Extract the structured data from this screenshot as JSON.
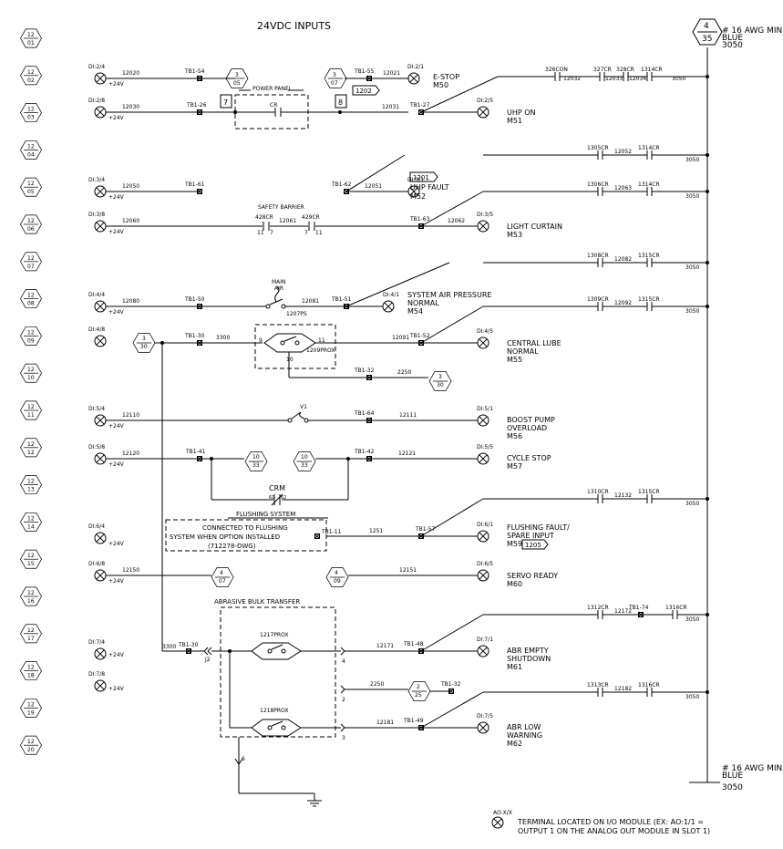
{
  "title": "24VDC INPUTS",
  "rungs": [
    "01",
    "02",
    "03",
    "04",
    "05",
    "06",
    "07",
    "08",
    "09",
    "10",
    "11",
    "12",
    "13",
    "14",
    "15",
    "16",
    "17",
    "18",
    "19",
    "20"
  ],
  "sheet": "12",
  "top_ref": {
    "num": "4",
    "ref": "35",
    "awg": "# 16 AWG MIN",
    "color": "BLUE",
    "wire": "3050"
  },
  "bottom_ref": {
    "awg": "# 16 AWG MIN",
    "color": "BLUE",
    "wire": "3050"
  },
  "plus24": "+24V",
  "rails": [
    {
      "c1": "326CON",
      "w1": "12032",
      "c2": "327CR",
      "w2": "12033",
      "c3": "328CR",
      "w3": "12034",
      "c4": "1314CR",
      "w4": "3050"
    },
    {
      "c1": "1305CR",
      "w1": "12052",
      "c2": "1314CR",
      "w2": "3050"
    },
    {
      "c1": "1306CR",
      "w1": "12063",
      "c2": "1314CR",
      "w2": "3050"
    },
    {
      "c1": "1308CR",
      "w1": "12082",
      "c2": "1315CR",
      "w2": "3050"
    },
    {
      "c1": "1309CR",
      "w1": "12092",
      "c2": "1315CR",
      "w2": "3050"
    },
    {
      "c1": "1310CR",
      "w1": "12132",
      "c2": "1315CR",
      "w2": "3050"
    },
    {
      "c1": "1312CR",
      "w1": "12172",
      "tb": "TB1-74",
      "c2": "1316CR",
      "w2": "3050"
    },
    {
      "c1": "1313CR",
      "w1": "12182",
      "c2": "1316CR",
      "w2": "3050"
    }
  ],
  "r2": {
    "di": "DI:2/4",
    "wire": "12020",
    "tb": "TB1-54",
    "ref_a": "3",
    "ref_b": "05",
    "ref2_a": "3",
    "ref2_b": "07",
    "tb2": "TB1-55",
    "wire2": "12021",
    "di2": "DI:2/1",
    "dev": "E-STOP",
    "m": "M50",
    "tag": "1202"
  },
  "r3": {
    "di": "DI:2/8",
    "wire": "12030",
    "tb": "TB1-26",
    "box1": "7",
    "panel": "POWER PANEL",
    "cr": "CR",
    "box2": "8",
    "wire2": "12031",
    "tb2": "TB1-27",
    "di2": "DI:2/5",
    "dev": "UHP ON",
    "m": "M51"
  },
  "r5": {
    "di": "DI:3/4",
    "wire": "12050",
    "tb": "TB1-61",
    "tb2": "TB1-62",
    "wire2": "12051",
    "di2": "DI:3/1",
    "dev": "UHP FAULT",
    "m": "M52",
    "tag": "1201"
  },
  "r6": {
    "di": "DI:3/8",
    "wire": "12060",
    "barrier": "SAFETY BARRIER",
    "c1": "428CR",
    "n1": "11",
    "n2": "7",
    "wire2": "12061",
    "c2": "429CR",
    "n3": "7",
    "n4": "11",
    "tb": "TB1-63",
    "wire3": "12062",
    "di2": "DI:3/5",
    "dev": "LIGHT CURTAIN",
    "m": "M53"
  },
  "r8": {
    "di": "DI:4/4",
    "wire": "12080",
    "tb": "TB1-50",
    "main": "MAIN",
    "air": "AIR",
    "ps": "1207PS",
    "wire2": "12081",
    "tb2": "TB1-51",
    "di2": "DI:4/1",
    "dev1": "SYSTEM AIR PRESSURE",
    "dev2": "NORMAL",
    "m": "M54"
  },
  "r9": {
    "di": "DI:4/8",
    "ref_a": "3",
    "ref_b": "30",
    "tb": "TB1-30",
    "wire": "3300",
    "p9": "9",
    "p11": "11",
    "p10": "10",
    "prox": "1209PROX",
    "wire2": "12091",
    "tb2": "TB1-52",
    "di2": "DI:4/5",
    "dev1": "CENTRAL LUBE",
    "dev2": "NORMAL",
    "m": "M55",
    "tb3": "TB1-32",
    "wire3": "2250",
    "ref2_a": "3",
    "ref2_b": "30"
  },
  "r11": {
    "di": "DI:5/4",
    "wire": "12110",
    "v1": "V1",
    "tb": "TB1-64",
    "wire2": "12111",
    "di2": "DI:5/1",
    "dev1": "BOOST PUMP",
    "dev2": "OVERLOAD",
    "m": "M56"
  },
  "r12": {
    "di": "DI:5/8",
    "wire": "12120",
    "tb": "TB1-41",
    "ref_a": "10",
    "ref_b": "33",
    "ref2_a": "10",
    "ref2_b": "33",
    "tb2": "TB1-42",
    "wire2": "12121",
    "di2": "DI:5/5",
    "dev": "CYCLE STOP",
    "m": "M57"
  },
  "r13": {
    "crm": "CRM",
    "p1": "61",
    "p2": "62"
  },
  "flush": {
    "title": "FLUSHING SYSTEM",
    "l1": "CONNECTED TO FLUSHING",
    "l2": "SYSTEM WHEN OPTION INSTALLED",
    "l3": "(712278-DWG)",
    "tb": "TB1-11",
    "wire": "1251",
    "tb2": "TB1-57"
  },
  "r14": {
    "di": "DI:6/4",
    "di2": "DI:6/1",
    "dev1": "FLUSHING FAULT/",
    "dev2": "SPARE INPUT",
    "m": "M59",
    "tag": "1205"
  },
  "r15": {
    "di": "DI:6/8",
    "wire": "12150",
    "ref_a": "4",
    "ref_b": "07",
    "ref2_a": "4",
    "ref2_b": "09",
    "wire2": "12151",
    "di2": "DI:6/5",
    "dev": "SERVO READY",
    "m": "M60"
  },
  "abt": {
    "title": "ABRASIVE BULK TRANSFER",
    "wire": "3300",
    "tb": "TB1-30",
    "j": "J2",
    "prox1": "1217PROX",
    "prox2": "1218PROX",
    "pin4": "4",
    "pin2": "2",
    "pin3": "3",
    "pin6": "6"
  },
  "r17": {
    "di": "DI:7/4",
    "wire": "12171",
    "tb": "TB1-48",
    "di2": "DI:7/1",
    "dev1": "ABR EMPTY",
    "dev2": "SHUTDOWN",
    "m": "M61"
  },
  "r18": {
    "di": "DI:7/8",
    "wire": "2250",
    "ref_a": "2",
    "ref_b": "25",
    "tb": "TB1-32"
  },
  "r19": {
    "wire": "12181",
    "tb": "TB1-49",
    "di2": "DI:7/5",
    "dev1": "ABR LOW",
    "dev2": "WARNING",
    "m": "M62"
  },
  "legend": {
    "sym": "AO:X/X",
    "l1": "TERMINAL LOCATED ON I/O MODULE (EX: AO:1/1 =",
    "l2": "OUTPUT 1 ON THE ANALOG OUT MODULE IN SLOT 1)"
  }
}
